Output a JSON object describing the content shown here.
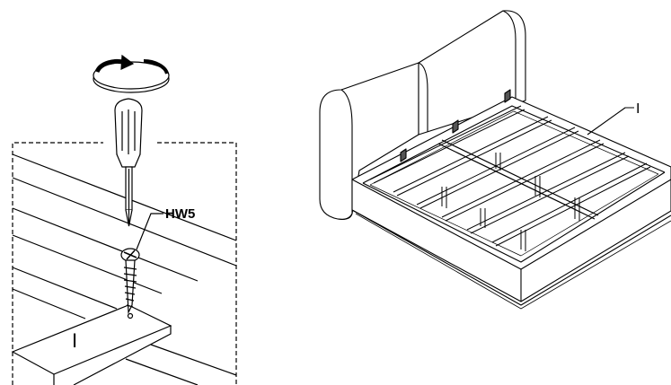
{
  "left_panel": {
    "hardware_label": "HW5",
    "part_label": "I"
  },
  "right_panel": {
    "part_label": "I"
  },
  "colors": {
    "line": "#000000",
    "fill": "#ffffff",
    "shade": "#555555",
    "light": "#cccccc"
  },
  "icons": [
    "rotation-arrow-icon",
    "screwdriver-icon",
    "screw-icon"
  ]
}
